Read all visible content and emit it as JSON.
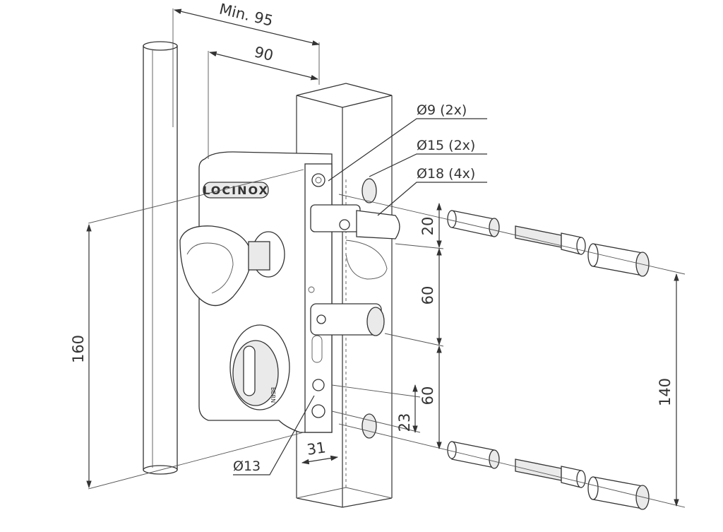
{
  "diagram": {
    "brand": "LOCINOX",
    "cylinder_mark": "BERN",
    "dimensions": {
      "min_depth": "Min. 95",
      "depth": "90",
      "height": "160",
      "spacing_top": "20",
      "spacing_mid": "60",
      "spacing_low": "60",
      "spacing_bottom": "23",
      "offset": "31",
      "bolt_spacing": "140"
    },
    "callouts": {
      "d9": "Ø9 (2x)",
      "d15": "Ø15 (2x)",
      "d18": "Ø18 (4x)",
      "d13": "Ø13"
    }
  }
}
